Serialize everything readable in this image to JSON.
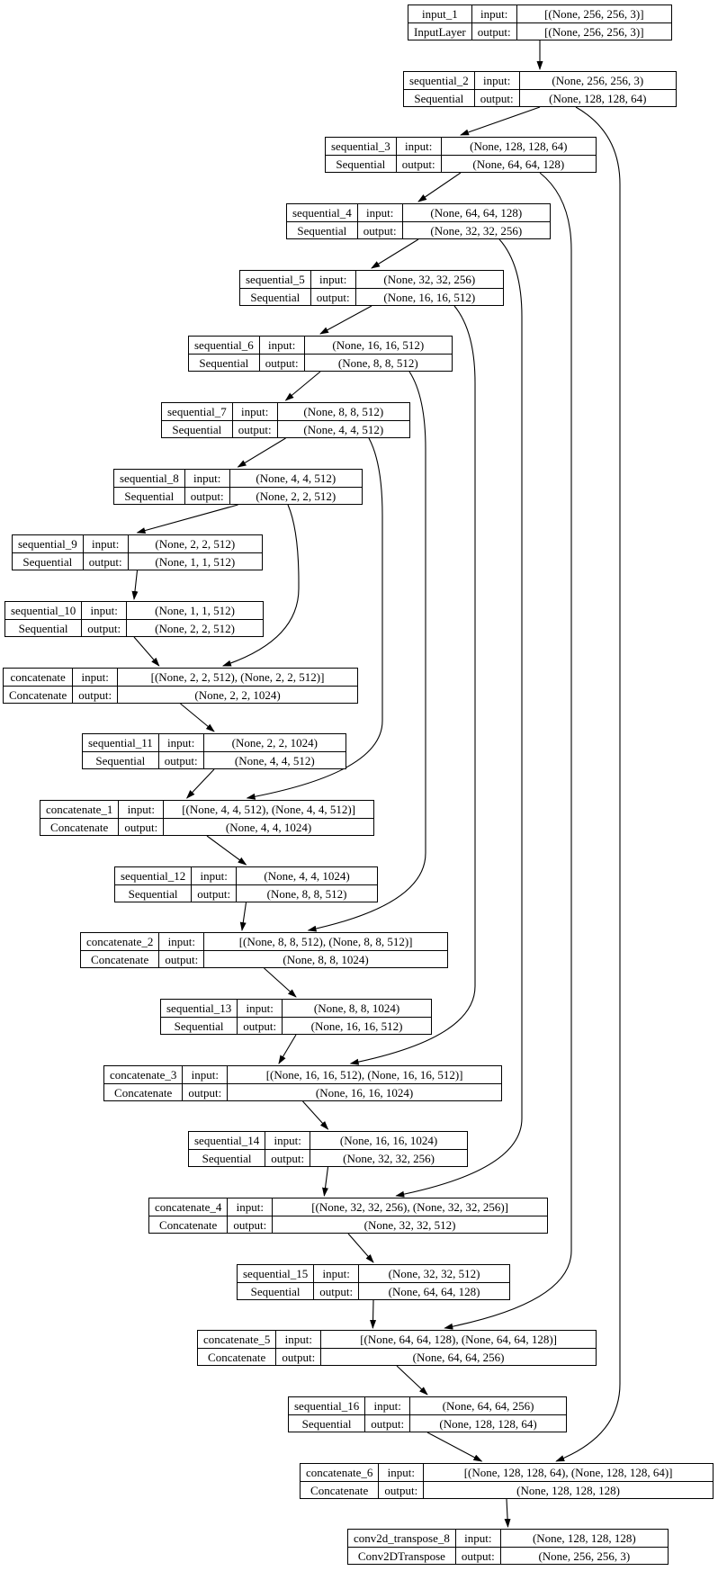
{
  "diagram": {
    "kind": "keras-model-architecture-graph",
    "row_labels": {
      "input": "input:",
      "output": "output:"
    },
    "colors": {
      "background": "#ffffff",
      "node_border": "#000000",
      "edge": "#000000",
      "text": "#000000"
    },
    "nodes": [
      {
        "id": "input_1",
        "name": "input_1",
        "class": "InputLayer",
        "input": "[(None, 256, 256, 3)]",
        "output": "[(None, 256, 256, 3)]"
      },
      {
        "id": "sequential_2",
        "name": "sequential_2",
        "class": "Sequential",
        "input": "(None, 256, 256, 3)",
        "output": "(None, 128, 128, 64)"
      },
      {
        "id": "sequential_3",
        "name": "sequential_3",
        "class": "Sequential",
        "input": "(None, 128, 128, 64)",
        "output": "(None, 64, 64, 128)"
      },
      {
        "id": "sequential_4",
        "name": "sequential_4",
        "class": "Sequential",
        "input": "(None, 64, 64, 128)",
        "output": "(None, 32, 32, 256)"
      },
      {
        "id": "sequential_5",
        "name": "sequential_5",
        "class": "Sequential",
        "input": "(None, 32, 32, 256)",
        "output": "(None, 16, 16, 512)"
      },
      {
        "id": "sequential_6",
        "name": "sequential_6",
        "class": "Sequential",
        "input": "(None, 16, 16, 512)",
        "output": "(None, 8, 8, 512)"
      },
      {
        "id": "sequential_7",
        "name": "sequential_7",
        "class": "Sequential",
        "input": "(None, 8, 8, 512)",
        "output": "(None, 4, 4, 512)"
      },
      {
        "id": "sequential_8",
        "name": "sequential_8",
        "class": "Sequential",
        "input": "(None, 4, 4, 512)",
        "output": "(None, 2, 2, 512)"
      },
      {
        "id": "sequential_9",
        "name": "sequential_9",
        "class": "Sequential",
        "input": "(None, 2, 2, 512)",
        "output": "(None, 1, 1, 512)"
      },
      {
        "id": "sequential_10",
        "name": "sequential_10",
        "class": "Sequential",
        "input": "(None, 1, 1, 512)",
        "output": "(None, 2, 2, 512)"
      },
      {
        "id": "concatenate",
        "name": "concatenate",
        "class": "Concatenate",
        "input": "[(None, 2, 2, 512), (None, 2, 2, 512)]",
        "output": "(None, 2, 2, 1024)"
      },
      {
        "id": "sequential_11",
        "name": "sequential_11",
        "class": "Sequential",
        "input": "(None, 2, 2, 1024)",
        "output": "(None, 4, 4, 512)"
      },
      {
        "id": "concatenate_1",
        "name": "concatenate_1",
        "class": "Concatenate",
        "input": "[(None, 4, 4, 512), (None, 4, 4, 512)]",
        "output": "(None, 4, 4, 1024)"
      },
      {
        "id": "sequential_12",
        "name": "sequential_12",
        "class": "Sequential",
        "input": "(None, 4, 4, 1024)",
        "output": "(None, 8, 8, 512)"
      },
      {
        "id": "concatenate_2",
        "name": "concatenate_2",
        "class": "Concatenate",
        "input": "[(None, 8, 8, 512), (None, 8, 8, 512)]",
        "output": "(None, 8, 8, 1024)"
      },
      {
        "id": "sequential_13",
        "name": "sequential_13",
        "class": "Sequential",
        "input": "(None, 8, 8, 1024)",
        "output": "(None, 16, 16, 512)"
      },
      {
        "id": "concatenate_3",
        "name": "concatenate_3",
        "class": "Concatenate",
        "input": "[(None, 16, 16, 512), (None, 16, 16, 512)]",
        "output": "(None, 16, 16, 1024)"
      },
      {
        "id": "sequential_14",
        "name": "sequential_14",
        "class": "Sequential",
        "input": "(None, 16, 16, 1024)",
        "output": "(None, 32, 32, 256)"
      },
      {
        "id": "concatenate_4",
        "name": "concatenate_4",
        "class": "Concatenate",
        "input": "[(None, 32, 32, 256), (None, 32, 32, 256)]",
        "output": "(None, 32, 32, 512)"
      },
      {
        "id": "sequential_15",
        "name": "sequential_15",
        "class": "Sequential",
        "input": "(None, 32, 32, 512)",
        "output": "(None, 64, 64, 128)"
      },
      {
        "id": "concatenate_5",
        "name": "concatenate_5",
        "class": "Concatenate",
        "input": "[(None, 64, 64, 128), (None, 64, 64, 128)]",
        "output": "(None, 64, 64, 256)"
      },
      {
        "id": "sequential_16",
        "name": "sequential_16",
        "class": "Sequential",
        "input": "(None, 64, 64, 256)",
        "output": "(None, 128, 128, 64)"
      },
      {
        "id": "concatenate_6",
        "name": "concatenate_6",
        "class": "Concatenate",
        "input": "[(None, 128, 128, 64), (None, 128, 128, 64)]",
        "output": "(None, 128, 128, 128)"
      },
      {
        "id": "conv2d_transpose_8",
        "name": "conv2d_transpose_8",
        "class": "Conv2DTranspose",
        "input": "(None, 128, 128, 128)",
        "output": "(None, 256, 256, 3)"
      }
    ],
    "edges": [
      {
        "from": "input_1",
        "to": "sequential_2"
      },
      {
        "from": "sequential_2",
        "to": "sequential_3"
      },
      {
        "from": "sequential_3",
        "to": "sequential_4"
      },
      {
        "from": "sequential_4",
        "to": "sequential_5"
      },
      {
        "from": "sequential_5",
        "to": "sequential_6"
      },
      {
        "from": "sequential_6",
        "to": "sequential_7"
      },
      {
        "from": "sequential_7",
        "to": "sequential_8"
      },
      {
        "from": "sequential_8",
        "to": "sequential_9"
      },
      {
        "from": "sequential_9",
        "to": "sequential_10"
      },
      {
        "from": "sequential_10",
        "to": "concatenate"
      },
      {
        "from": "concatenate",
        "to": "sequential_11"
      },
      {
        "from": "sequential_11",
        "to": "concatenate_1"
      },
      {
        "from": "concatenate_1",
        "to": "sequential_12"
      },
      {
        "from": "sequential_12",
        "to": "concatenate_2"
      },
      {
        "from": "concatenate_2",
        "to": "sequential_13"
      },
      {
        "from": "sequential_13",
        "to": "concatenate_3"
      },
      {
        "from": "concatenate_3",
        "to": "sequential_14"
      },
      {
        "from": "sequential_14",
        "to": "concatenate_4"
      },
      {
        "from": "concatenate_4",
        "to": "sequential_15"
      },
      {
        "from": "sequential_15",
        "to": "concatenate_5"
      },
      {
        "from": "concatenate_5",
        "to": "sequential_16"
      },
      {
        "from": "sequential_16",
        "to": "concatenate_6"
      },
      {
        "from": "concatenate_6",
        "to": "conv2d_transpose_8"
      },
      {
        "from": "sequential_8",
        "to": "concatenate",
        "skip": true
      },
      {
        "from": "sequential_7",
        "to": "concatenate_1",
        "skip": true
      },
      {
        "from": "sequential_6",
        "to": "concatenate_2",
        "skip": true
      },
      {
        "from": "sequential_5",
        "to": "concatenate_3",
        "skip": true
      },
      {
        "from": "sequential_4",
        "to": "concatenate_4",
        "skip": true
      },
      {
        "from": "sequential_3",
        "to": "concatenate_5",
        "skip": true
      },
      {
        "from": "sequential_2",
        "to": "concatenate_6",
        "skip": true
      }
    ]
  }
}
